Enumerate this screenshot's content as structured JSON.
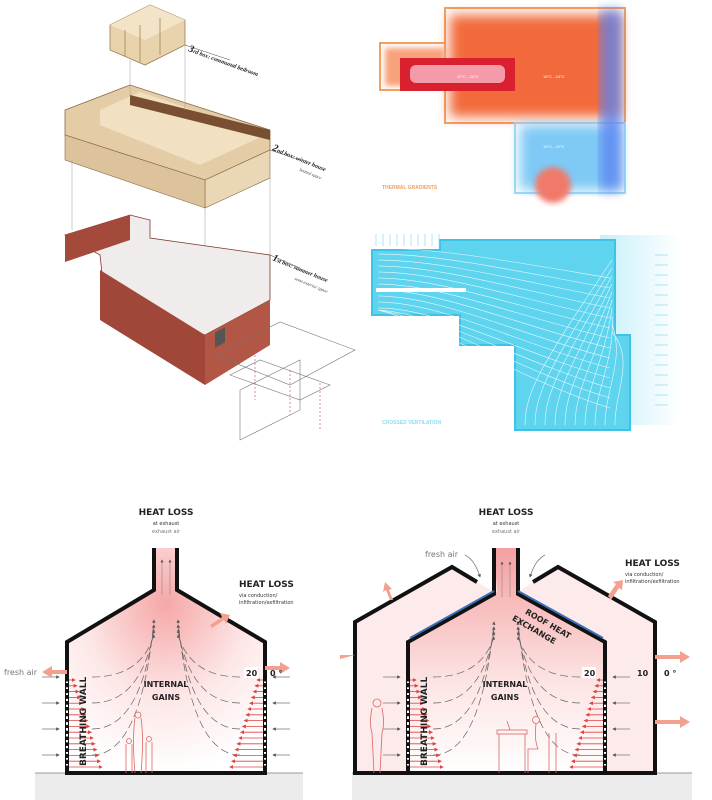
{
  "axonometric": {
    "box3": {
      "number": "3",
      "label": "rd box: communal bedroom"
    },
    "box2": {
      "number": "2",
      "label": "nd box: winter house",
      "sub": "heated space"
    },
    "box1": {
      "number": "1",
      "label": "st box: summer house",
      "sub": "semi-exterior space"
    }
  },
  "thermal": {
    "title": "THERMAL GRADIENTS",
    "zones": [
      "20°C - 24°C",
      "16°C - 24°C",
      "16°C - 22°C"
    ]
  },
  "ventilation": {
    "title": "CROSSED VENTILATION"
  },
  "section_left": {
    "top_title": "HEAT LOSS",
    "top_sub1": "at exhaust",
    "top_sub2": "exhaust air",
    "side_title": "HEAT LOSS",
    "side_sub1": "via conduction/",
    "side_sub2": "infiltration/exfiltration",
    "fresh_air": "fresh air",
    "wall": "BREATHING WALL",
    "gains1": "INTERNAL",
    "gains2": "GAINS",
    "temp_in": "20",
    "temp_out": "0 °"
  },
  "section_right": {
    "top_title": "HEAT LOSS",
    "top_sub1": "at exhaust",
    "top_sub2": "exhaust air",
    "side_title": "HEAT LOSS",
    "side_sub1": "via conduction/",
    "side_sub2": "infiltration/exfiltration",
    "fresh_air": "fresh air",
    "wall": "BREATHING WALL",
    "roof1": "ROOF HEAT",
    "roof2": "EXCHANGE",
    "gains1": "INTERNAL",
    "gains2": "GAINS",
    "temp_in": "20",
    "temp_mid": "10",
    "temp_out": "0 °"
  },
  "colors": {
    "heat": "#f26a3a",
    "hot": "#d9202e",
    "cool": "#4fb8f0",
    "vent": "#55d3ee",
    "brick": "#a0483a",
    "wood": "#ead7b6"
  }
}
